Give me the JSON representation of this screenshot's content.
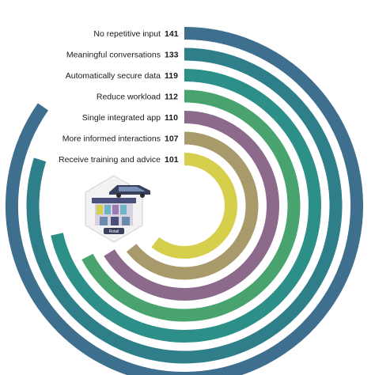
{
  "chart_data": {
    "type": "radial-bar",
    "categories": [
      "No repetitive input",
      "Meaningful conversations",
      "Automatically secure data",
      "Reduce workload",
      "Single integrated app",
      "More informed interactions",
      "Receive training and advice"
    ],
    "values": [
      141,
      133,
      119,
      112,
      110,
      107,
      101
    ],
    "colors": [
      "#3f6f8f",
      "#2f7f8a",
      "#2c9088",
      "#48a36f",
      "#8b6a8c",
      "#a89a6a",
      "#d6cf4c"
    ]
  },
  "icon": {
    "name": "retail-store-with-drone-icon",
    "badge_label": "Retail"
  }
}
